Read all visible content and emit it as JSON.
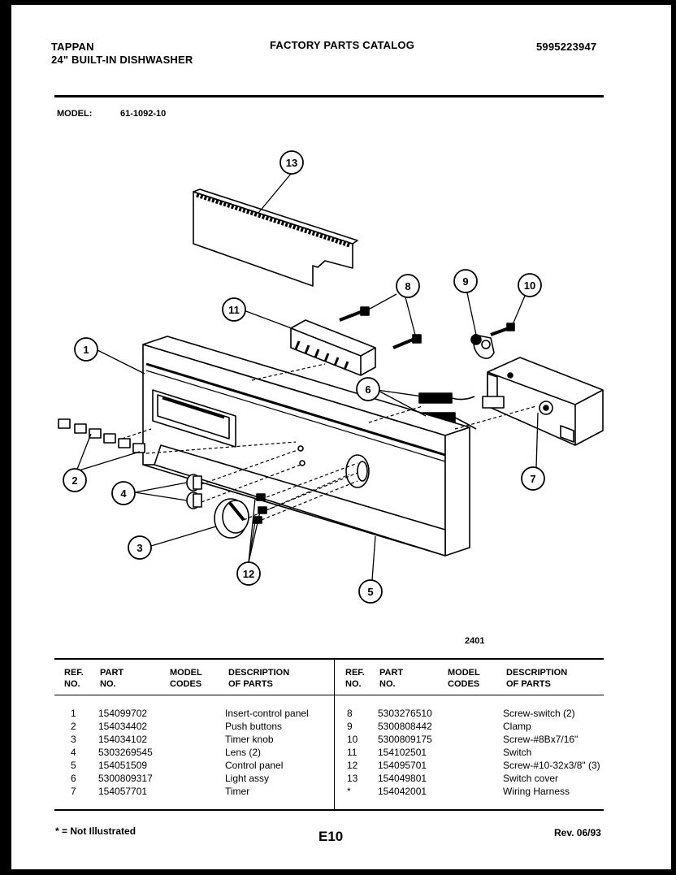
{
  "header": {
    "brand": "TAPPAN",
    "product": "24\" BUILT-IN DISHWASHER",
    "catalog": "FACTORY PARTS CATALOG",
    "catalog_number": "5995223947"
  },
  "model": {
    "label": "MODEL:",
    "value": "61-1092-10"
  },
  "diagram": {
    "figure_number": "2401",
    "callouts": [
      "1",
      "2",
      "3",
      "4",
      "5",
      "6",
      "7",
      "8",
      "9",
      "10",
      "11",
      "12",
      "13"
    ]
  },
  "table": {
    "headers": {
      "ref": "REF.",
      "no": "NO.",
      "part": "PART",
      "part_no": "NO.",
      "model": "MODEL",
      "codes": "CODES",
      "description": "DESCRIPTION",
      "of_parts": "OF PARTS"
    },
    "left": [
      {
        "ref": "1",
        "part": "154099702",
        "desc": "Insert-control  panel"
      },
      {
        "ref": "2",
        "part": "154034402",
        "desc": "Push  buttons"
      },
      {
        "ref": "3",
        "part": "154034102",
        "desc": "Timer  knob"
      },
      {
        "ref": "4",
        "part": "5303269545",
        "desc": "Lens  (2)"
      },
      {
        "ref": "5",
        "part": "154051509",
        "desc": "Control  panel"
      },
      {
        "ref": "6",
        "part": "5300809317",
        "desc": "Light  assy"
      },
      {
        "ref": "7",
        "part": "154057701",
        "desc": "Timer"
      }
    ],
    "right": [
      {
        "ref": "8",
        "part": "5303276510",
        "desc": "Screw-switch  (2)"
      },
      {
        "ref": "9",
        "part": "5300808442",
        "desc": "Clamp"
      },
      {
        "ref": "10",
        "part": "5300809175",
        "desc": "Screw-#8Bx7/16\""
      },
      {
        "ref": "11",
        "part": "154102501",
        "desc": "Switch"
      },
      {
        "ref": "12",
        "part": "154095701",
        "desc": "Screw-#10-32x3/8\"  (3)"
      },
      {
        "ref": "13",
        "part": "154049801",
        "desc": "Switch  cover"
      },
      {
        "ref": "*",
        "part": "154042001",
        "desc": "Wiring  Harness"
      }
    ]
  },
  "footer": {
    "note": "* = Not Illustrated",
    "page": "E10",
    "revision": "Rev. 06/93"
  }
}
